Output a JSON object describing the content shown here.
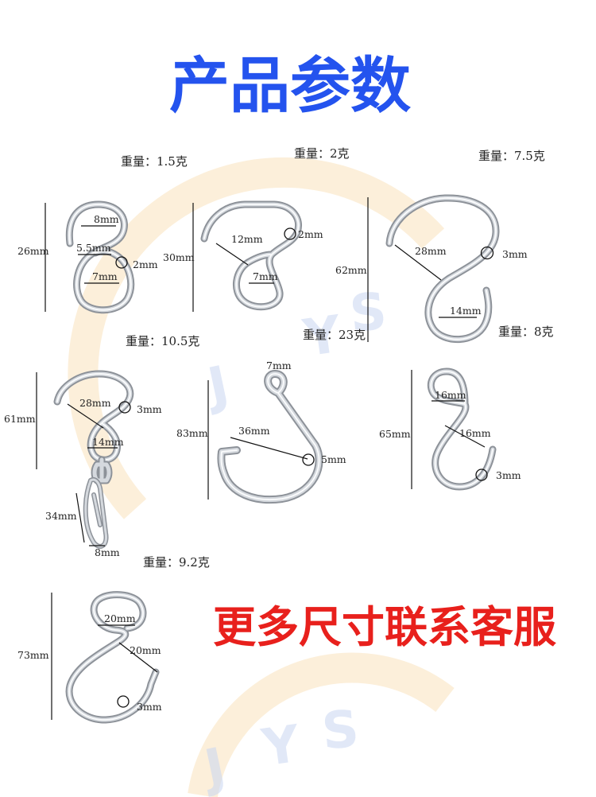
{
  "title": "产品参数",
  "footer_note": "更多尺寸联系客服",
  "watermark": {
    "letters": [
      "J",
      "Y",
      "S"
    ]
  },
  "colors": {
    "title": "#2453ee",
    "note": "#e8201c",
    "metal_dark": "#8d9299",
    "metal_light": "#d5d9de",
    "watermark_blue": "#c9d6f2",
    "watermark_orange": "#f8dcae"
  },
  "hooks": [
    {
      "weight": "重量：1.5克",
      "dims": {
        "height": "26mm",
        "top_width": "8mm",
        "gap": "5.5mm",
        "wire": "2mm",
        "bottom_width": "7mm"
      }
    },
    {
      "weight": "重量：2克",
      "dims": {
        "height": "30mm",
        "top_width": "12mm",
        "wire": "2mm",
        "bottom_width": "7mm"
      }
    },
    {
      "weight": "重量：7.5克",
      "dims": {
        "height": "62mm",
        "top_width": "28mm",
        "wire": "3mm",
        "bottom_width": "14mm"
      }
    },
    {
      "weight": "重量：10.5克",
      "dims": {
        "height": "61mm",
        "top_width": "28mm",
        "wire": "3mm",
        "eye_width": "14mm",
        "clip_length": "34mm",
        "clip_width": "8mm"
      }
    },
    {
      "weight": "重量：23克",
      "dims": {
        "eye_width": "7mm",
        "height": "83mm",
        "width": "36mm",
        "wire": "5mm"
      }
    },
    {
      "weight": "重量：8克",
      "dims": {
        "height": "65mm",
        "top_width": "16mm",
        "bottom_width": "16mm",
        "wire": "3mm"
      }
    },
    {
      "weight": "重量：9.2克",
      "dims": {
        "height": "73mm",
        "top_width": "20mm",
        "bottom_width": "20mm",
        "wire": "3mm"
      }
    }
  ]
}
